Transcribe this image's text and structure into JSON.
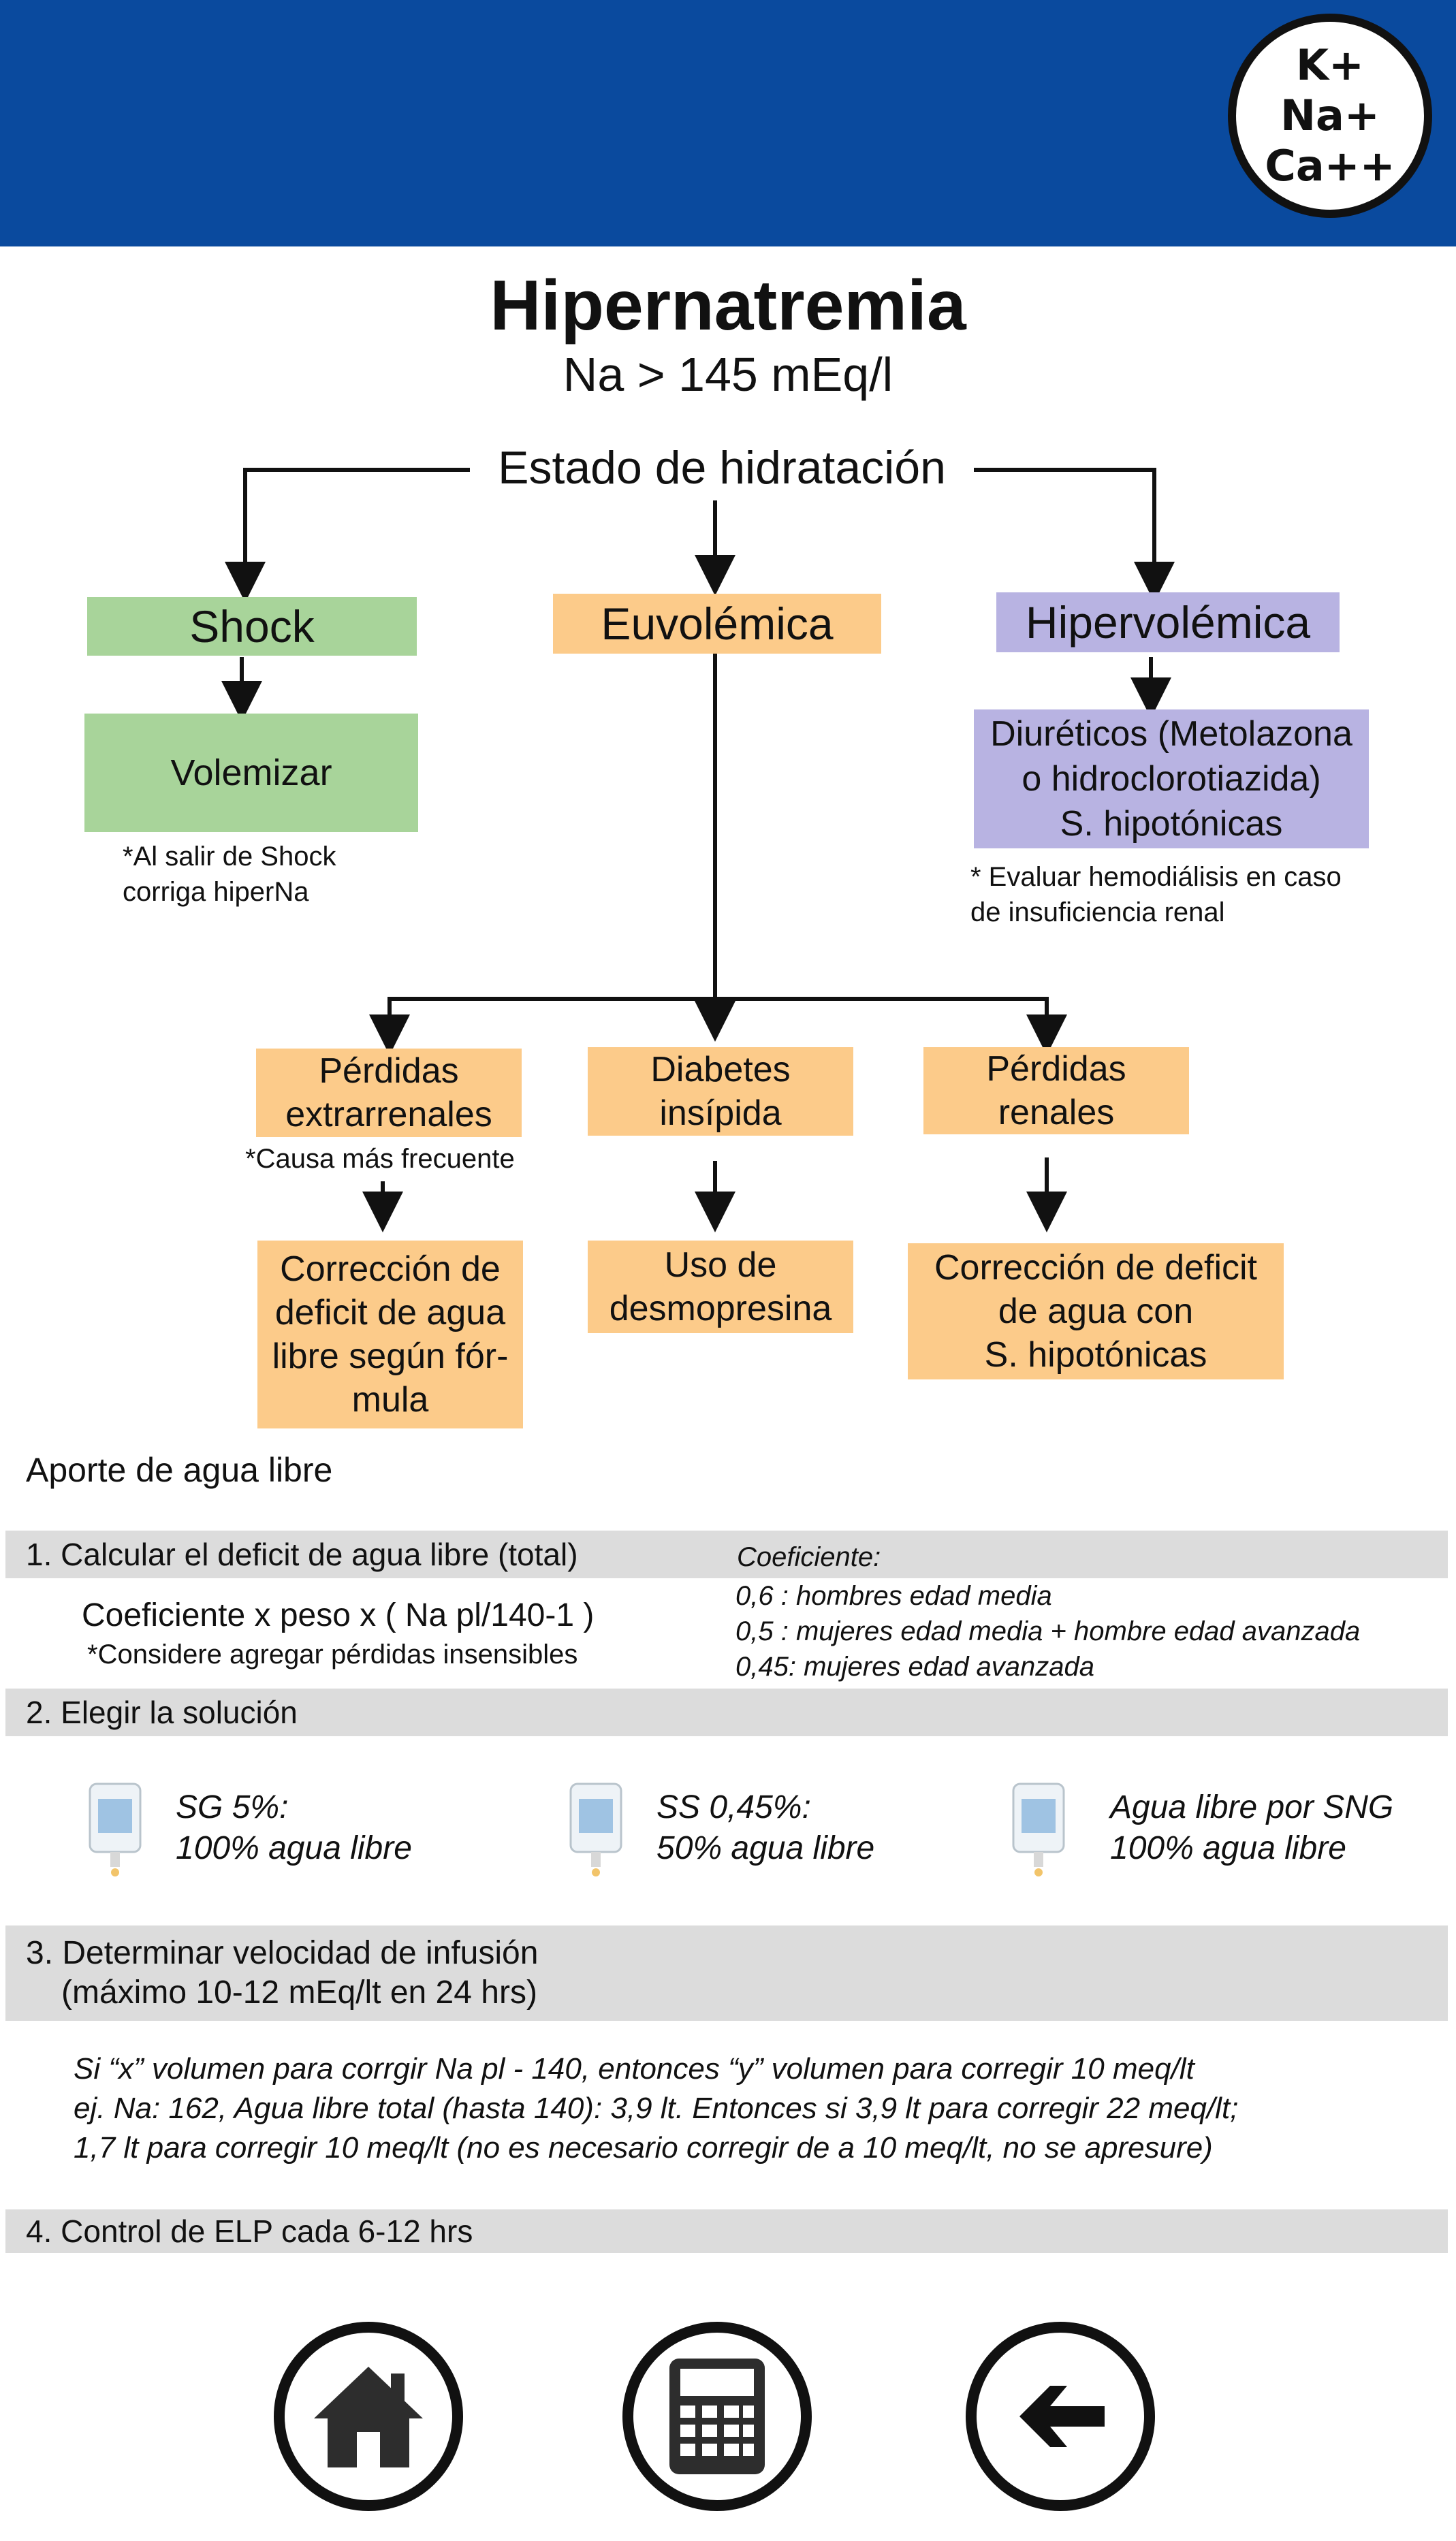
{
  "badge": {
    "k": "K+",
    "na": "Na+",
    "ca": "Ca++"
  },
  "title": "Hipernatremia",
  "subtitle": "Na > 145 mEq/l",
  "root": "Estado de hidratación",
  "branches": {
    "shock": "Shock",
    "euvolemica": "Euvolémica",
    "hipervolemica": "Hipervolémica"
  },
  "shock_action": "Volemizar",
  "shock_note": [
    "*Al salir de Shock",
    "corriga hiperNa"
  ],
  "hiper_action": [
    "Diuréticos (Metolazona",
    "o hidroclorotiazida)",
    "S. hipotónicas"
  ],
  "hiper_note": [
    "* Evaluar hemodiálisis en caso",
    "de insuficiencia renal"
  ],
  "euvo_children": {
    "extrarenal": [
      "Pérdidas",
      "extrarrenales"
    ],
    "extrarenal_note": "*Causa más frecuente",
    "diabetes": [
      "Diabetes",
      "insípida"
    ],
    "renal": [
      "Pérdidas",
      "renales"
    ]
  },
  "euvo_actions": {
    "extrarenal": [
      "Corrección de",
      "deficit de agua",
      "libre según fór-",
      "mula"
    ],
    "diabetes": [
      "Uso de",
      "desmopresina"
    ],
    "renal": [
      "Corrección de deficit",
      "de agua con",
      "S. hipotónicas"
    ]
  },
  "section_title": "Aporte de agua libre",
  "step1": {
    "label": "1. Calcular el deficit de agua libre (total)",
    "formula": "Coeficiente x peso x ( Na pl/140-1 )",
    "formula_note": "*Considere agregar pérdidas insensibles",
    "coef_title": "Coeficiente:",
    "coefs": [
      "0,6  : hombres edad media",
      "0,5  : mujeres edad media + hombre edad avanzada",
      "0,45: mujeres edad avanzada"
    ]
  },
  "step2": {
    "label": "2. Elegir la solución",
    "solutions": [
      {
        "name": "SG 5%:",
        "desc": "100% agua libre"
      },
      {
        "name": "SS 0,45%:",
        "desc": "50% agua libre"
      },
      {
        "name": "Agua libre por SNG",
        "desc": "100% agua libre"
      }
    ]
  },
  "step3": {
    "label": [
      "3. Determinar velocidad de infusión",
      "(máximo 10-12 mEq/lt en 24 hrs)"
    ],
    "text": [
      "Si “x” volumen para corrgir Na pl - 140, entonces “y” volumen para corregir 10 meq/lt",
      "ej. Na: 162, Agua libre total (hasta 140): 3,9 lt. Entonces si 3,9 lt para corregir 22 meq/lt;",
      "1,7 lt para corregir 10 meq/lt (no es necesario corregir de a 10 meq/lt, no se apresure)"
    ]
  },
  "step4": {
    "label": "4. Control de ELP cada 6-12 hrs"
  },
  "nav": {
    "icons": [
      "home-icon",
      "calculator-icon",
      "back-arrow-icon"
    ]
  },
  "colors": {
    "header": "#0a4a9e",
    "green": "#a8d49a",
    "orange": "#fccb8a",
    "purple": "#b8b3e2",
    "band": "#dcdcdc"
  }
}
